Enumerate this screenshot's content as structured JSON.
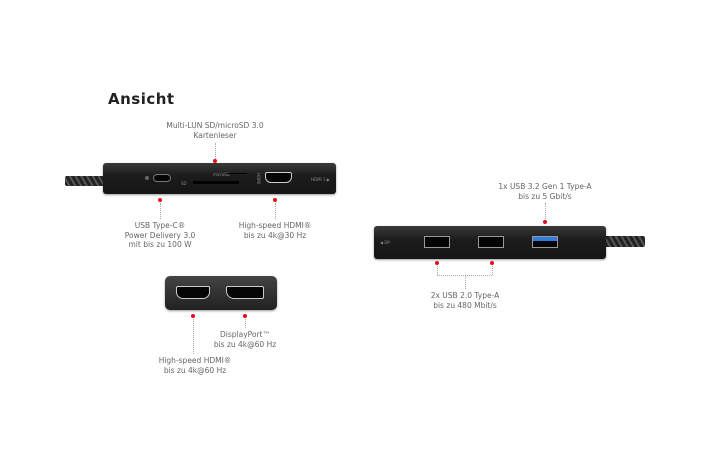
{
  "title": "Ansicht",
  "top_device": {
    "card_reader_label": [
      "Multi-LUN SD/microSD 3.0",
      "Kartenleser"
    ],
    "usbc_label": [
      "USB Type-C®",
      "Power Delivery 3.0",
      "mit bis zu 100 W"
    ],
    "hdmi_label": [
      "High-speed HDMI®",
      "bis zu 4k@30 Hz"
    ],
    "marks": {
      "microsd": "microSD",
      "sd": "SD",
      "hdmi": "HDMI",
      "hdmi1": "HDMI 1 ▶"
    }
  },
  "right_device": {
    "usb32_label": [
      "1x USB 3.2 Gen 1 Type-A",
      "bis zu 5 Gbit/s"
    ],
    "usb20_label": [
      "2x USB 2.0 Type-A",
      "bis zu 480 Mbit/s"
    ],
    "marks": {
      "dp": "◀ DP"
    }
  },
  "bottom_device": {
    "hdmi_label": [
      "High-speed HDMI®",
      "bis zu 4k@60 Hz"
    ],
    "dp_label": [
      "DisplayPort™",
      "bis zu 4k@60 Hz"
    ]
  },
  "colors": {
    "accent": "#e3101b",
    "usb3_blue": "#2f7de1"
  }
}
